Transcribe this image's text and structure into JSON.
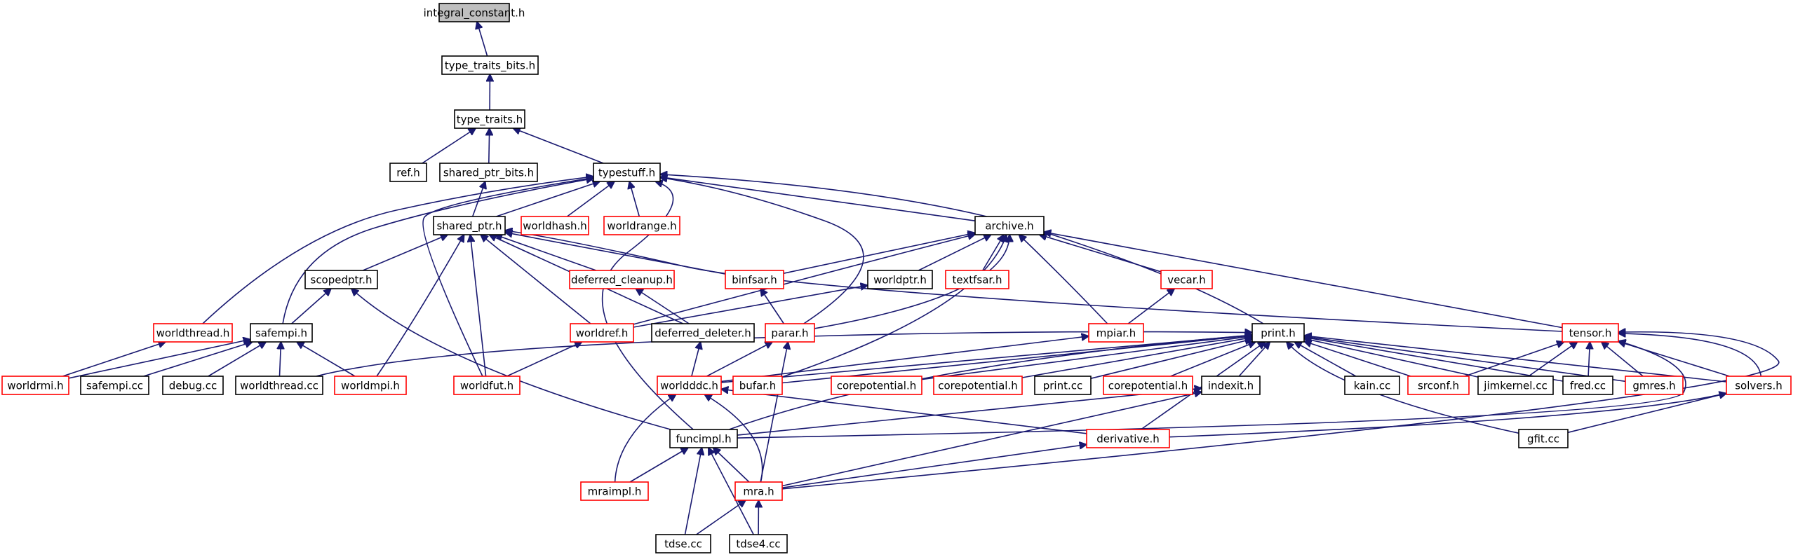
{
  "colors": {
    "edge": "#191970",
    "border_normal": "#000000",
    "border_truncated": "#ff0000",
    "fill_normal": "#ffffff",
    "fill_root": "#bfbfbf"
  },
  "nodes": [
    {
      "id": "integral_constant",
      "label": "integral_constant.h",
      "status": "root"
    },
    {
      "id": "type_traits_bits",
      "label": "type_traits_bits.h",
      "status": "normal"
    },
    {
      "id": "type_traits",
      "label": "type_traits.h",
      "status": "normal"
    },
    {
      "id": "ref",
      "label": "ref.h",
      "status": "normal"
    },
    {
      "id": "shared_ptr_bits",
      "label": "shared_ptr_bits.h",
      "status": "normal"
    },
    {
      "id": "typestuff",
      "label": "typestuff.h",
      "status": "normal"
    },
    {
      "id": "shared_ptr",
      "label": "shared_ptr.h",
      "status": "normal"
    },
    {
      "id": "worldhash",
      "label": "worldhash.h",
      "status": "truncated"
    },
    {
      "id": "worldrange",
      "label": "worldrange.h",
      "status": "truncated"
    },
    {
      "id": "archive",
      "label": "archive.h",
      "status": "normal"
    },
    {
      "id": "scopedptr",
      "label": "scopedptr.h",
      "status": "normal"
    },
    {
      "id": "deferred_cleanup",
      "label": "deferred_cleanup.h",
      "status": "truncated"
    },
    {
      "id": "binfsar",
      "label": "binfsar.h",
      "status": "truncated"
    },
    {
      "id": "worldptr",
      "label": "worldptr.h",
      "status": "normal"
    },
    {
      "id": "textfsar",
      "label": "textfsar.h",
      "status": "truncated"
    },
    {
      "id": "vecar",
      "label": "vecar.h",
      "status": "truncated"
    },
    {
      "id": "worldthread_h",
      "label": "worldthread.h",
      "status": "truncated"
    },
    {
      "id": "safempi",
      "label": "safempi.h",
      "status": "normal"
    },
    {
      "id": "worldref",
      "label": "worldref.h",
      "status": "truncated"
    },
    {
      "id": "deferred_deleter",
      "label": "deferred_deleter.h",
      "status": "normal"
    },
    {
      "id": "parar",
      "label": "parar.h",
      "status": "truncated"
    },
    {
      "id": "mpiar",
      "label": "mpiar.h",
      "status": "truncated"
    },
    {
      "id": "print_h",
      "label": "print.h",
      "status": "normal"
    },
    {
      "id": "tensor",
      "label": "tensor.h",
      "status": "truncated"
    },
    {
      "id": "worldrmi",
      "label": "worldrmi.h",
      "status": "truncated"
    },
    {
      "id": "safempi_cc",
      "label": "safempi.cc",
      "status": "normal"
    },
    {
      "id": "debug_cc",
      "label": "debug.cc",
      "status": "normal"
    },
    {
      "id": "worldthread_cc",
      "label": "worldthread.cc",
      "status": "normal"
    },
    {
      "id": "worldmpi",
      "label": "worldmpi.h",
      "status": "truncated"
    },
    {
      "id": "worldfut",
      "label": "worldfut.h",
      "status": "truncated"
    },
    {
      "id": "worldddc",
      "label": "worldddc.h",
      "status": "truncated"
    },
    {
      "id": "bufar",
      "label": "bufar.h",
      "status": "truncated"
    },
    {
      "id": "corepotential1",
      "label": "corepotential.h",
      "status": "truncated"
    },
    {
      "id": "corepotential2",
      "label": "corepotential.h",
      "status": "truncated"
    },
    {
      "id": "print_cc",
      "label": "print.cc",
      "status": "normal"
    },
    {
      "id": "corepotential3",
      "label": "corepotential.h",
      "status": "truncated"
    },
    {
      "id": "indexit",
      "label": "indexit.h",
      "status": "normal"
    },
    {
      "id": "kain_cc",
      "label": "kain.cc",
      "status": "normal"
    },
    {
      "id": "srconf",
      "label": "srconf.h",
      "status": "truncated"
    },
    {
      "id": "jimkernel_cc",
      "label": "jimkernel.cc",
      "status": "normal"
    },
    {
      "id": "fred_cc",
      "label": "fred.cc",
      "status": "normal"
    },
    {
      "id": "gmres",
      "label": "gmres.h",
      "status": "truncated"
    },
    {
      "id": "solvers",
      "label": "solvers.h",
      "status": "truncated"
    },
    {
      "id": "funcimpl",
      "label": "funcimpl.h",
      "status": "normal"
    },
    {
      "id": "derivative",
      "label": "derivative.h",
      "status": "truncated"
    },
    {
      "id": "gfit_cc",
      "label": "gfit.cc",
      "status": "normal"
    },
    {
      "id": "mraimpl",
      "label": "mraimpl.h",
      "status": "truncated"
    },
    {
      "id": "mra",
      "label": "mra.h",
      "status": "truncated"
    },
    {
      "id": "tdse_cc",
      "label": "tdse.cc",
      "status": "normal"
    },
    {
      "id": "tdse4_cc",
      "label": "tdse4.cc",
      "status": "normal"
    }
  ],
  "edges": [
    [
      "type_traits_bits",
      "integral_constant"
    ],
    [
      "type_traits",
      "type_traits_bits"
    ],
    [
      "ref",
      "type_traits"
    ],
    [
      "shared_ptr_bits",
      "type_traits"
    ],
    [
      "typestuff",
      "type_traits"
    ],
    [
      "shared_ptr",
      "shared_ptr_bits"
    ],
    [
      "shared_ptr",
      "typestuff"
    ],
    [
      "worldhash",
      "typestuff"
    ],
    [
      "worldrange",
      "typestuff"
    ],
    [
      "archive",
      "typestuff"
    ],
    [
      "worldthread_h",
      "typestuff"
    ],
    [
      "safempi",
      "typestuff"
    ],
    [
      "worldfut",
      "typestuff"
    ],
    [
      "funcimpl",
      "typestuff"
    ],
    [
      "print_h",
      "typestuff"
    ],
    [
      "parar",
      "typestuff"
    ],
    [
      "scopedptr",
      "shared_ptr"
    ],
    [
      "deferred_cleanup",
      "shared_ptr"
    ],
    [
      "binfsar",
      "shared_ptr"
    ],
    [
      "deferred_deleter",
      "shared_ptr"
    ],
    [
      "worldref",
      "shared_ptr"
    ],
    [
      "worldmpi",
      "shared_ptr"
    ],
    [
      "worldfut",
      "shared_ptr"
    ],
    [
      "tensor",
      "shared_ptr"
    ],
    [
      "binfsar",
      "archive"
    ],
    [
      "worldptr",
      "archive"
    ],
    [
      "textfsar",
      "archive"
    ],
    [
      "vecar",
      "archive"
    ],
    [
      "mpiar",
      "archive"
    ],
    [
      "parar",
      "archive"
    ],
    [
      "worldref",
      "archive"
    ],
    [
      "tensor",
      "archive"
    ],
    [
      "bufar",
      "archive"
    ],
    [
      "safempi",
      "scopedptr"
    ],
    [
      "funcimpl",
      "scopedptr"
    ],
    [
      "deferred_deleter",
      "deferred_cleanup"
    ],
    [
      "parar",
      "binfsar"
    ],
    [
      "worldref",
      "worldptr"
    ],
    [
      "mpiar",
      "vecar"
    ],
    [
      "worldrmi",
      "worldthread_h"
    ],
    [
      "worldrmi",
      "safempi"
    ],
    [
      "safempi_cc",
      "safempi"
    ],
    [
      "debug_cc",
      "safempi"
    ],
    [
      "worldthread_cc",
      "safempi"
    ],
    [
      "worldmpi",
      "safempi"
    ],
    [
      "worldfut",
      "worldref"
    ],
    [
      "worldddc",
      "deferred_deleter"
    ],
    [
      "worldddc",
      "parar"
    ],
    [
      "mra",
      "parar"
    ],
    [
      "worldddc",
      "mpiar"
    ],
    [
      "worldthread_cc",
      "print_h"
    ],
    [
      "worldddc",
      "print_h"
    ],
    [
      "bufar",
      "print_h"
    ],
    [
      "corepotential1",
      "print_h"
    ],
    [
      "corepotential2",
      "print_h"
    ],
    [
      "print_cc",
      "print_h"
    ],
    [
      "corepotential3",
      "print_h"
    ],
    [
      "indexit",
      "print_h"
    ],
    [
      "kain_cc",
      "print_h"
    ],
    [
      "srconf",
      "print_h"
    ],
    [
      "jimkernel_cc",
      "print_h"
    ],
    [
      "fred_cc",
      "print_h"
    ],
    [
      "gmres",
      "print_h"
    ],
    [
      "solvers",
      "print_h"
    ],
    [
      "funcimpl",
      "print_h"
    ],
    [
      "derivative",
      "print_h"
    ],
    [
      "gfit_cc",
      "print_h"
    ],
    [
      "srconf",
      "tensor"
    ],
    [
      "jimkernel_cc",
      "tensor"
    ],
    [
      "fred_cc",
      "tensor"
    ],
    [
      "gmres",
      "tensor"
    ],
    [
      "solvers",
      "tensor"
    ],
    [
      "funcimpl",
      "tensor"
    ],
    [
      "derivative",
      "tensor"
    ],
    [
      "mra",
      "tensor"
    ],
    [
      "funcimpl",
      "indexit"
    ],
    [
      "mra",
      "indexit"
    ],
    [
      "gfit_cc",
      "solvers"
    ],
    [
      "mraimpl",
      "worldddc"
    ],
    [
      "mra",
      "worldddc"
    ],
    [
      "derivative",
      "worldddc"
    ],
    [
      "mraimpl",
      "funcimpl"
    ],
    [
      "mra",
      "funcimpl"
    ],
    [
      "tdse_cc",
      "funcimpl"
    ],
    [
      "tdse4_cc",
      "funcimpl"
    ],
    [
      "mra",
      "derivative"
    ],
    [
      "tdse_cc",
      "mra"
    ],
    [
      "tdse4_cc",
      "mra"
    ]
  ]
}
